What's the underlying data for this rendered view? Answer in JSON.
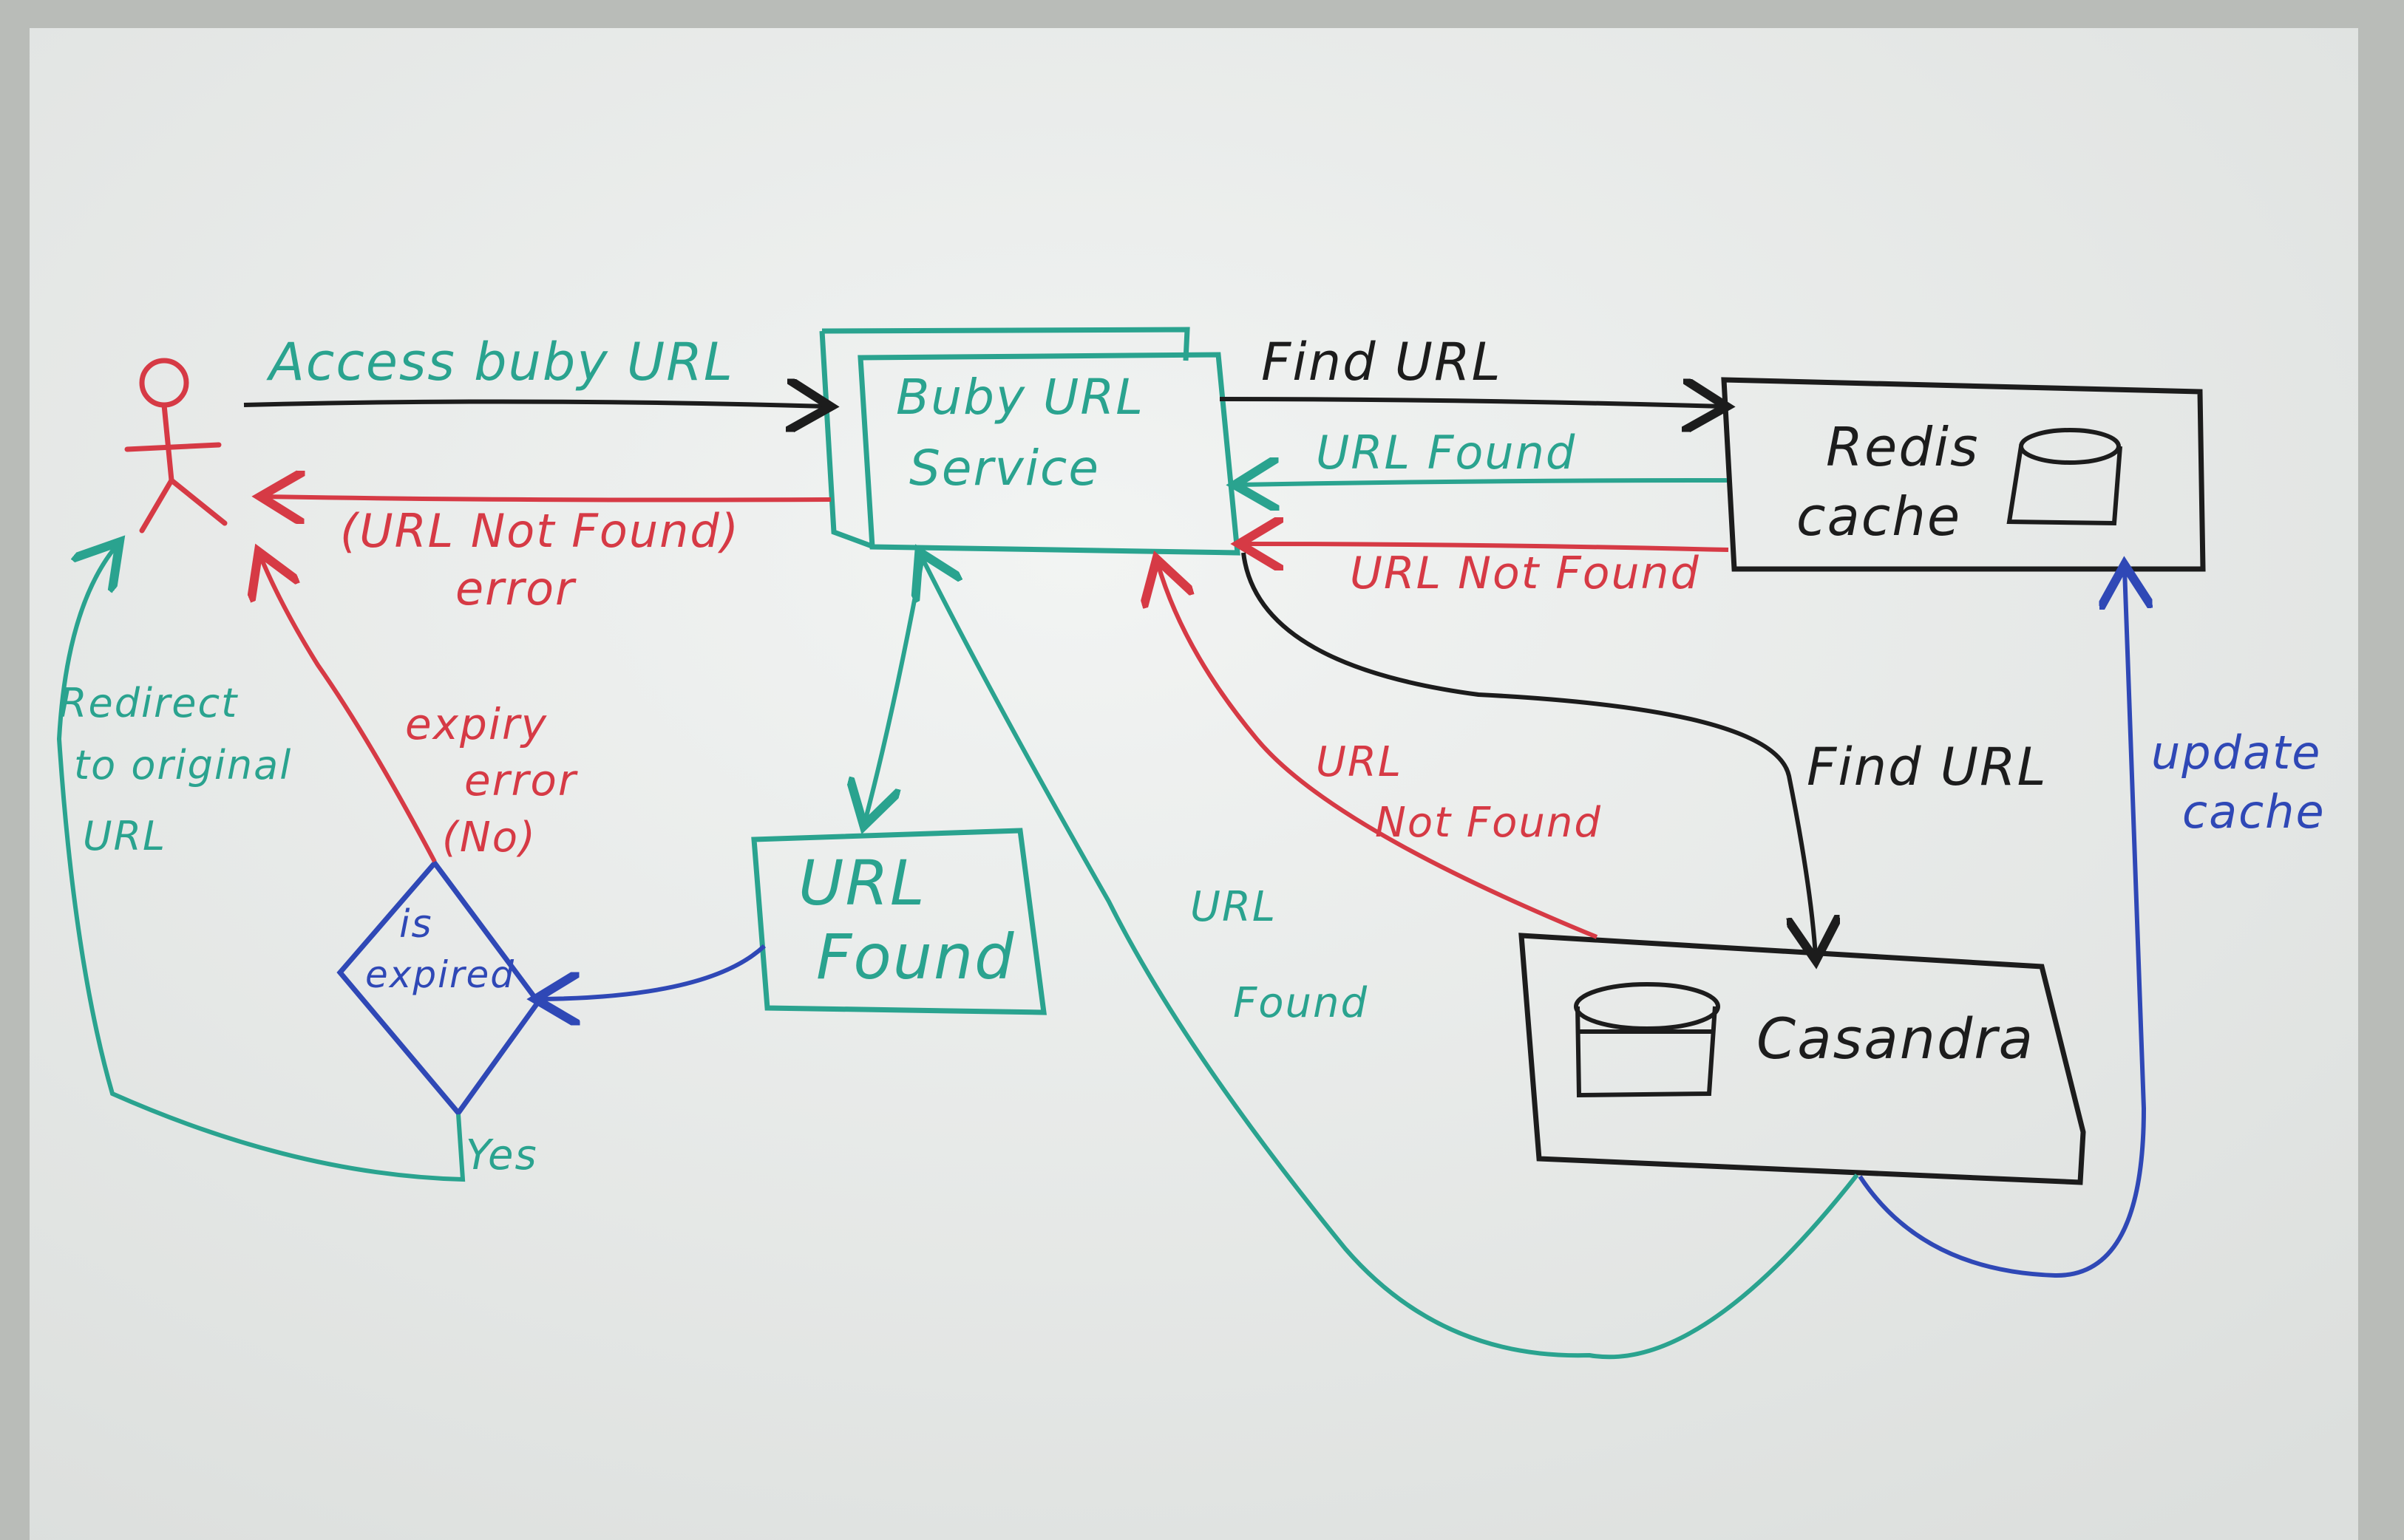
{
  "colors": {
    "ink_black": "#1c1c1c",
    "ink_teal": "#2aa38f",
    "ink_red": "#d63a45",
    "ink_blue": "#2f48b6",
    "board": "#eef0ef",
    "frame": "#b9bcb8"
  },
  "labels": {
    "access_baby_url": "Access buby URL",
    "service_title": "Buby URL",
    "service_subtitle": "Service",
    "url_not_found_error_line1": "(URL  Not Found)",
    "url_not_found_error_line2": "error",
    "find_url_top": "Find URL",
    "url_found_top": "URL  Found",
    "url_not_found_top": "URL Not Found",
    "redis_line1": "Redis",
    "redis_line2": "cache",
    "redirect_line1": "Redirect",
    "redirect_line2": "to original",
    "redirect_line3": "URL",
    "expiry_line1": "expiry",
    "expiry_line2": "error",
    "no_label": "(No)",
    "is_expired_line1": "is",
    "is_expired_line2": "expired",
    "yes_label": "Yes",
    "url_found_box_line1": "URL",
    "url_found_box_line2": "Found",
    "url_found_curve_line1": "URL",
    "url_found_curve_line2": "Found",
    "url_not_found_mid_line1": "URL",
    "url_not_found_mid_line2": "Not Found",
    "find_url_right": "Find URL",
    "update_cache_line1": "update",
    "update_cache_line2": "cache",
    "cassandra": "Casandra"
  }
}
